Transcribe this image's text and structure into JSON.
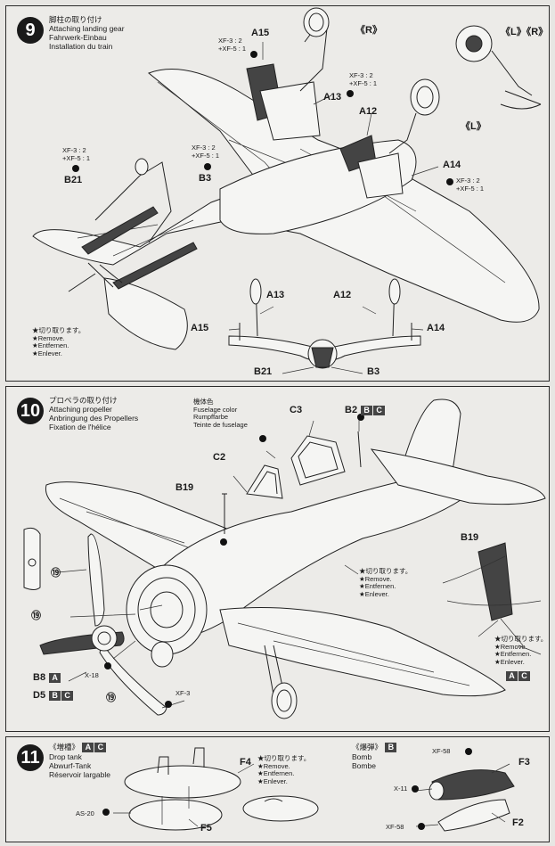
{
  "step9": {
    "number": "9",
    "title_ja": "脚柱の取り付け",
    "title_en": "Attaching landing gear",
    "title_de": "Fahrwerk-Einbau",
    "title_fr": "Installation du train",
    "parts": {
      "a15": "A15",
      "a13": "A13",
      "a12": "A12",
      "a14": "A14",
      "b21": "B21",
      "b3": "B3",
      "r": "《R》",
      "l": "《L》",
      "lr": "《L》《R》",
      "a13b": "A13",
      "a12b": "A12",
      "a15b": "A15",
      "a14b": "A14",
      "b21b": "B21",
      "b3b": "B3"
    },
    "paint_xf3": "XF-3 : 2",
    "paint_xf5": "+XF-5 : 1",
    "remove": [
      "★切り取ります。",
      "★Remove.",
      "★Entfernen.",
      "★Enlever."
    ]
  },
  "step10": {
    "number": "10",
    "title_ja": "プロペラの取り付け",
    "title_en": "Attaching propeller",
    "title_de": "Anbringung des Propellers",
    "title_fr": "Fixation de l'hélice",
    "fuselage_color": [
      "機体色",
      "Fuselage color",
      "Rumpffarbe",
      "Teinte de fuselage"
    ],
    "parts": {
      "c3": "C3",
      "c2": "C2",
      "b2": "B2",
      "b19": "B19",
      "b19b": "B19",
      "b8": "B8",
      "d5": "D5",
      "x18": "X-18",
      "xf3": "XF-3",
      "n19": "⑲"
    },
    "badges": {
      "b2_1": "B",
      "b2_2": "C",
      "b8": "A",
      "d5_1": "B",
      "d5_2": "C",
      "ac_1": "A",
      "ac_2": "C"
    },
    "remove": [
      "★切り取ります。",
      "★Remove.",
      "★Entfernen.",
      "★Enlever."
    ],
    "remove2": [
      "★切り取ります。",
      "★Remove.",
      "★Entfernen.",
      "★Enlever."
    ]
  },
  "step11": {
    "number": "11",
    "drop_ja": "《増槽》",
    "drop_en": "Drop tank",
    "drop_de": "Abwurf-Tank",
    "drop_fr": "Réservoir largable",
    "drop_badges": [
      "A",
      "C"
    ],
    "bomb_ja": "《爆弾》",
    "bomb_en": "Bomb",
    "bomb_de": "Bombe",
    "bomb_badge": "B",
    "parts": {
      "f4": "F4",
      "f5": "F5",
      "as20": "AS-20",
      "xf58a": "XF-58",
      "xf58b": "XF-58",
      "x11": "X-11",
      "f3": "F3",
      "f2": "F2"
    },
    "remove": [
      "★切り取ります。",
      "★Remove.",
      "★Entfernen.",
      "★Enlever."
    ]
  }
}
